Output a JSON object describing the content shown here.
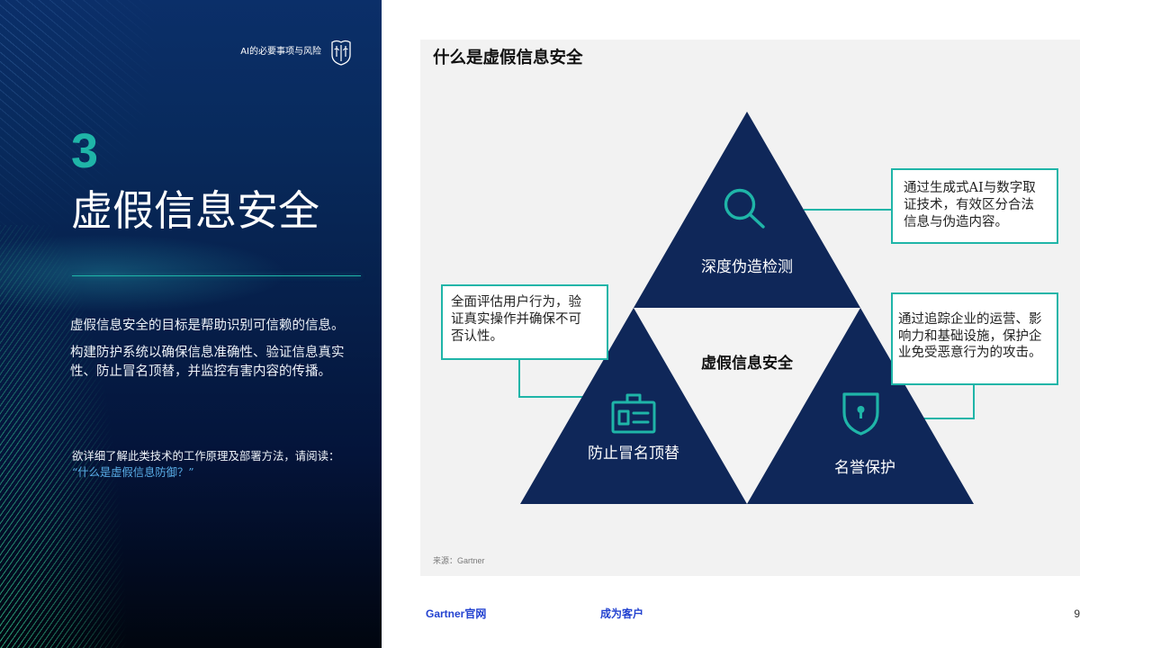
{
  "header": {
    "report_title": "AI的必要事项与风险",
    "logo_icon": "report-logo-icon"
  },
  "section": {
    "number": "3",
    "title": "虚假信息安全"
  },
  "intro": {
    "summary": "虚假信息安全的目标是帮助识别可信赖的信息。",
    "detail": "构建防护系统以确保信息准确性、验证信息真实性、防止冒名顶替，并监控有害内容的传播。"
  },
  "read_more": {
    "prompt": "欲详细了解此类技术的工作原理及部署方法，请阅读：",
    "link_text": "“什么是虚假信息防御？”"
  },
  "diagram": {
    "title": "什么是虚假信息安全",
    "center_label": "虚假信息安全",
    "top": {
      "label": "深度伪造检测",
      "icon": "magnifier-icon",
      "description": "通过生成式AI与数字取证技术，有效区分合法信息与伪造内容。"
    },
    "bottom_left": {
      "label": "防止冒名顶替",
      "icon": "id-card-icon",
      "description": "全面评估用户行为，验证真实操作并确保不可否认性。"
    },
    "bottom_right": {
      "label": "名誉保护",
      "icon": "shield-keyhole-icon",
      "description": "通过追踪企业的运营、影响力和基础设施，保护企业免受恶意行为的攻击。"
    },
    "source": "来源：Gartner"
  },
  "footer": {
    "website_link": "Gartner官网",
    "client_link": "成为客户",
    "page_number": "9"
  },
  "colors": {
    "accent_teal": "#1fb5a8",
    "triangle_navy": "#0f2759",
    "footer_link_blue": "#2342d0",
    "read_more_link": "#5aaee8",
    "figure_background": "#f2f2f2"
  }
}
